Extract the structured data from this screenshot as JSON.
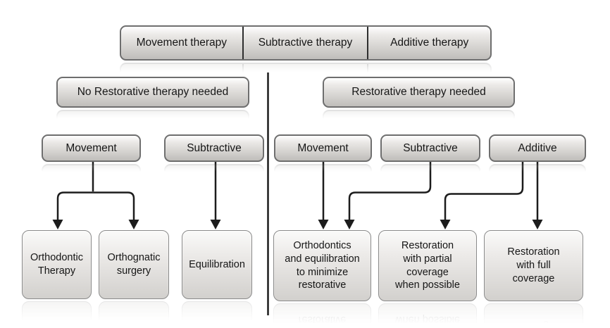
{
  "diagram": {
    "title_banner": {
      "segments": [
        {
          "label": "Movement therapy"
        },
        {
          "label": "Subtractive therapy"
        },
        {
          "label": "Additive therapy"
        }
      ]
    },
    "left_branch": {
      "header": "No Restorative therapy needed",
      "level1": {
        "movement": "Movement",
        "subtractive": "Subtractive"
      },
      "outcomes": {
        "orthodontic_therapy": "Orthodontic\nTherapy",
        "orthognatic_surgery": "Orthognatic\nsurgery",
        "equilibration": "Equilibration"
      }
    },
    "right_branch": {
      "header": "Restorative therapy needed",
      "level1": {
        "movement": "Movement",
        "subtractive": "Subtractive",
        "additive": "Additive"
      },
      "outcomes": {
        "orthodontics_and_equilibration": "Orthodontics\nand equilibration\nto minimize\nrestorative",
        "restoration_partial": "Restoration\nwith partial\ncoverage\nwhen possible",
        "restoration_full": "Restoration\nwith full\ncoverage"
      }
    },
    "colors": {
      "background": "#ffffff",
      "box_border_dark": "#6e6e6e",
      "box_border_light": "#8a8a8a",
      "box_fill_top": "#fbfbfa",
      "box_fill_bottom": "#bfbdba",
      "connector": "#1c1c1c",
      "text": "#161616"
    }
  }
}
